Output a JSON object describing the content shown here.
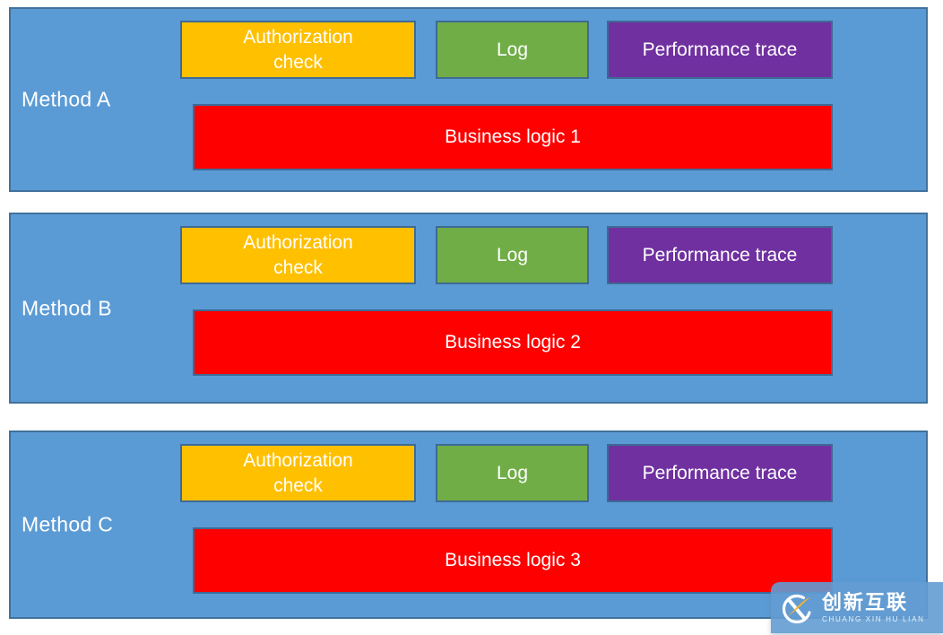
{
  "diagram": {
    "methods": [
      {
        "label": "Method A",
        "authorization": "Authorization check",
        "log": "Log",
        "performance": "Performance trace",
        "business": "Business logic 1"
      },
      {
        "label": "Method B",
        "authorization": "Authorization check",
        "log": "Log",
        "performance": "Performance trace",
        "business": "Business logic 2"
      },
      {
        "label": "Method C",
        "authorization": "Authorization check",
        "log": "Log",
        "performance": "Performance trace",
        "business": "Business logic 3"
      }
    ],
    "colors": {
      "method_fill": "#5B9BD5",
      "method_border": "#41719C",
      "authorization_fill": "#FFC000",
      "log_fill": "#70AD47",
      "performance_fill": "#7030A0",
      "business_fill": "#FF0000",
      "inner_border": "#3E6A96",
      "text": "#FFFFFF"
    }
  },
  "watermark": {
    "brand": "创新互联",
    "subtitle": "CHUANG XIN HU LIAN"
  }
}
